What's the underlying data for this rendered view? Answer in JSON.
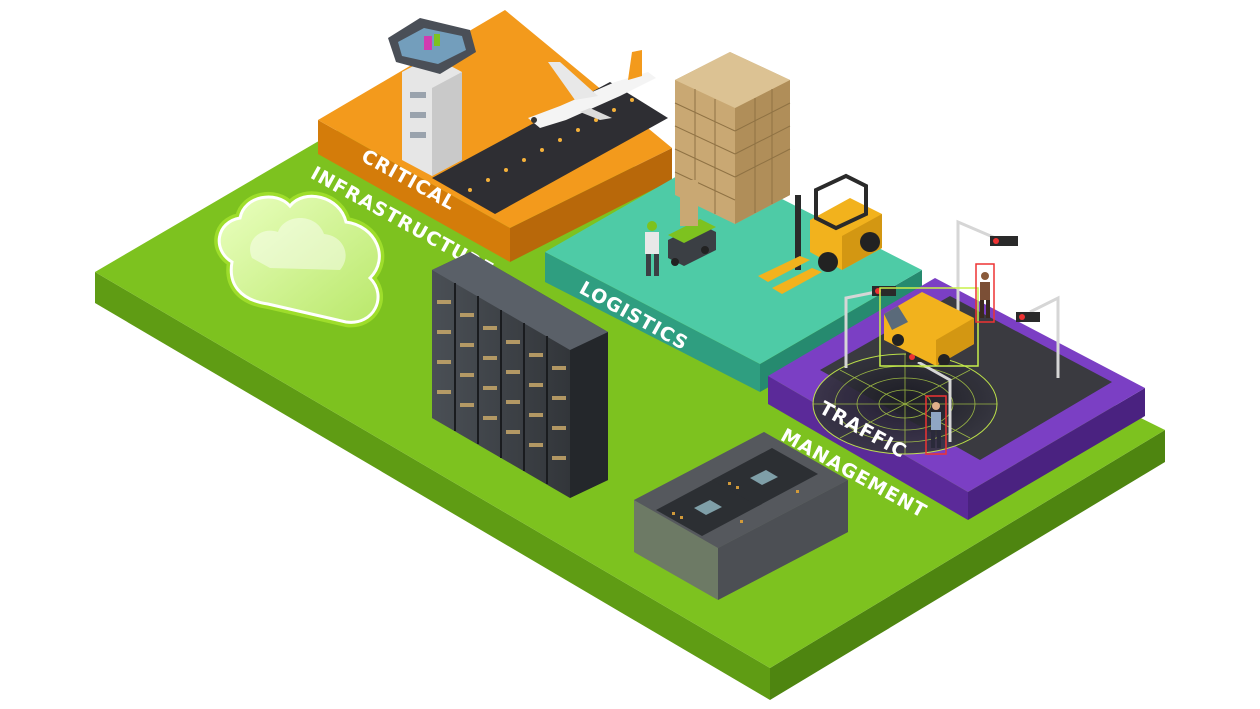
{
  "labels": {
    "critical_line1": "CRITICAL",
    "critical_line2": "INFRASTRUCTURE",
    "logistics": "LOGISTICS",
    "traffic_line1": "TRAFFIC",
    "traffic_line2": "MANAGEMENT"
  },
  "colors": {
    "base_top": "#7dc21f",
    "base_left": "#5f9c14",
    "base_right": "#4e8510",
    "critical_top": "#f39a1c",
    "critical_side": "#d47c0a",
    "logistics_top": "#4ecba6",
    "logistics_side": "#2f9e80",
    "traffic_top": "#7b3fc4",
    "traffic_side": "#5b2a99",
    "runway": "#2e2e33",
    "road": "#3a3a40",
    "cloud_glow": "#c7ff3a",
    "server": "#3b3f44",
    "forklift": "#f2b21d",
    "van": "#f2b21d",
    "boxes": "#c9a873"
  },
  "icons": [
    "cloud-icon",
    "server-rack-icon",
    "gpu-board-icon",
    "control-tower-icon",
    "airplane-icon",
    "pallet-boxes-icon",
    "forklift-icon",
    "worker-icon",
    "robot-cart-icon",
    "delivery-van-icon",
    "traffic-light-icon",
    "pedestrian-icon"
  ]
}
